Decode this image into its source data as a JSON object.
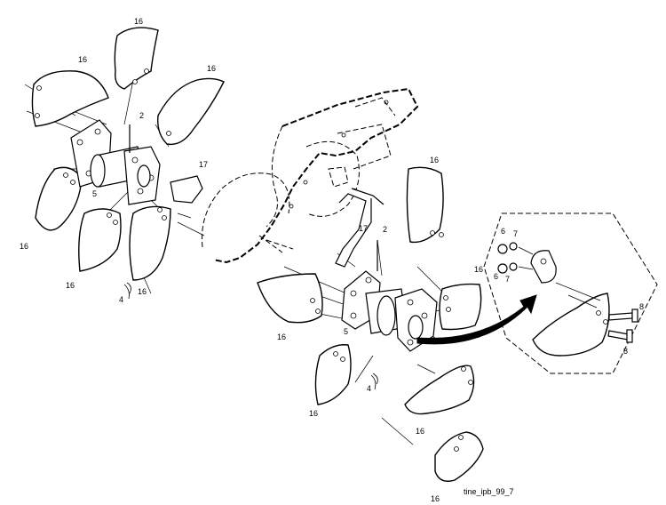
{
  "callouts": {
    "c16": "16",
    "c17": "17",
    "c2": "2",
    "c4": "4",
    "c5": "5",
    "c6": "6",
    "c7": "7",
    "c8": "8"
  },
  "reference_code": "tine_ipb_99_7"
}
